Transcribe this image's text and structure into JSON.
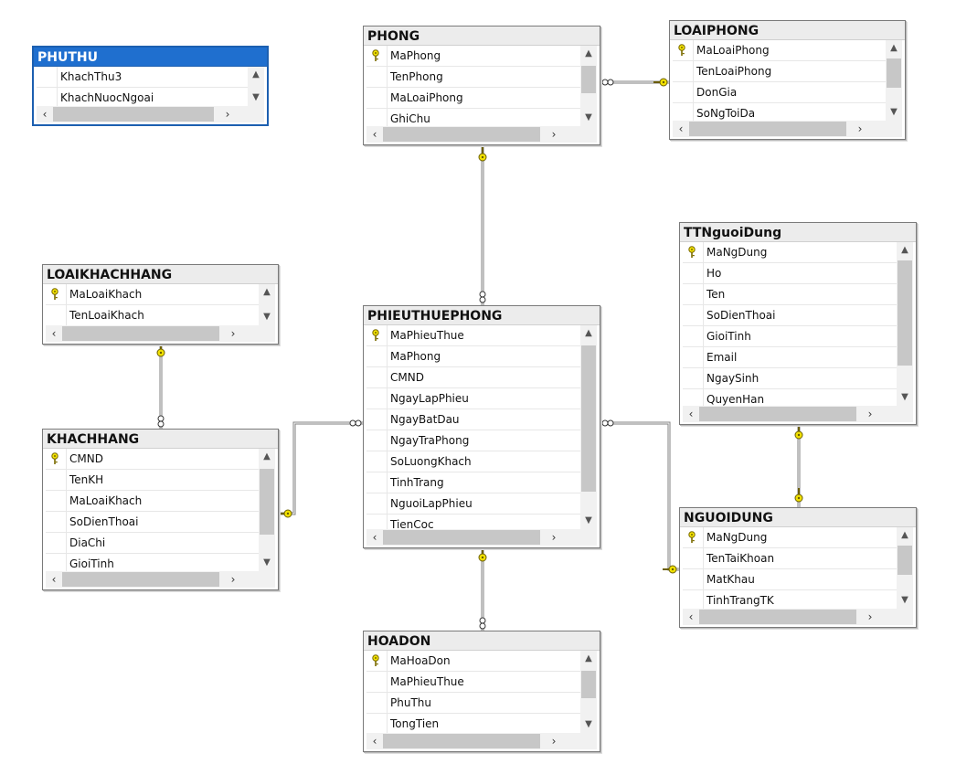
{
  "tables": [
    {
      "id": "phuthu",
      "name": "PHUTHU",
      "selected": true,
      "columns": [
        {
          "name": "KhachThu3",
          "key": false
        },
        {
          "name": "KhachNuocNgoai",
          "key": false
        }
      ]
    },
    {
      "id": "phong",
      "name": "PHONG",
      "selected": false,
      "columns": [
        {
          "name": "MaPhong",
          "key": true
        },
        {
          "name": "TenPhong",
          "key": false
        },
        {
          "name": "MaLoaiPhong",
          "key": false
        },
        {
          "name": "GhiChu",
          "key": false
        }
      ]
    },
    {
      "id": "loaiphong",
      "name": "LOAIPHONG",
      "selected": false,
      "columns": [
        {
          "name": "MaLoaiPhong",
          "key": true
        },
        {
          "name": "TenLoaiPhong",
          "key": false
        },
        {
          "name": "DonGia",
          "key": false
        },
        {
          "name": "SoNgToiDa",
          "key": false
        }
      ]
    },
    {
      "id": "ttnguoidung",
      "name": "TTNguoiDung",
      "selected": false,
      "columns": [
        {
          "name": "MaNgDung",
          "key": true
        },
        {
          "name": "Ho",
          "key": false
        },
        {
          "name": "Ten",
          "key": false
        },
        {
          "name": "SoDienThoai",
          "key": false
        },
        {
          "name": "GioiTinh",
          "key": false
        },
        {
          "name": "Email",
          "key": false
        },
        {
          "name": "NgaySinh",
          "key": false
        },
        {
          "name": "QuyenHan",
          "key": false
        }
      ]
    },
    {
      "id": "loaikhachhang",
      "name": "LOAIKHACHHANG",
      "selected": false,
      "columns": [
        {
          "name": "MaLoaiKhach",
          "key": true
        },
        {
          "name": "TenLoaiKhach",
          "key": false
        }
      ]
    },
    {
      "id": "phieuthuephong",
      "name": "PHIEUTHUEPHONG",
      "selected": false,
      "columns": [
        {
          "name": "MaPhieuThue",
          "key": true
        },
        {
          "name": "MaPhong",
          "key": false
        },
        {
          "name": "CMND",
          "key": false
        },
        {
          "name": "NgayLapPhieu",
          "key": false
        },
        {
          "name": "NgayBatDau",
          "key": false
        },
        {
          "name": "NgayTraPhong",
          "key": false
        },
        {
          "name": "SoLuongKhach",
          "key": false
        },
        {
          "name": "TinhTrang",
          "key": false
        },
        {
          "name": "NguoiLapPhieu",
          "key": false
        },
        {
          "name": "TienCoc",
          "key": false
        }
      ]
    },
    {
      "id": "khachhang",
      "name": "KHACHHANG",
      "selected": false,
      "columns": [
        {
          "name": "CMND",
          "key": true
        },
        {
          "name": "TenKH",
          "key": false
        },
        {
          "name": "MaLoaiKhach",
          "key": false
        },
        {
          "name": "SoDienThoai",
          "key": false
        },
        {
          "name": "DiaChi",
          "key": false
        },
        {
          "name": "GioiTinh",
          "key": false
        }
      ]
    },
    {
      "id": "nguoidung",
      "name": "NGUOIDUNG",
      "selected": false,
      "columns": [
        {
          "name": "MaNgDung",
          "key": true
        },
        {
          "name": "TenTaiKhoan",
          "key": false
        },
        {
          "name": "MatKhau",
          "key": false
        },
        {
          "name": "TinhTrangTK",
          "key": false
        }
      ]
    },
    {
      "id": "hoadon",
      "name": "HOADON",
      "selected": false,
      "columns": [
        {
          "name": "MaHoaDon",
          "key": true
        },
        {
          "name": "MaPhieuThue",
          "key": false
        },
        {
          "name": "PhuThu",
          "key": false
        },
        {
          "name": "TongTien",
          "key": false
        }
      ]
    }
  ],
  "icons": {
    "key": "key-icon",
    "infinity": "infinity-icon",
    "scroll_up": "▲",
    "scroll_down": "▼",
    "scroll_left": "‹",
    "scroll_right": "›"
  },
  "colors": {
    "header_bg": "#ececec",
    "selected_header_bg": "#1f6fcf",
    "key_yellow": "#f2e200",
    "line": "#808080"
  }
}
